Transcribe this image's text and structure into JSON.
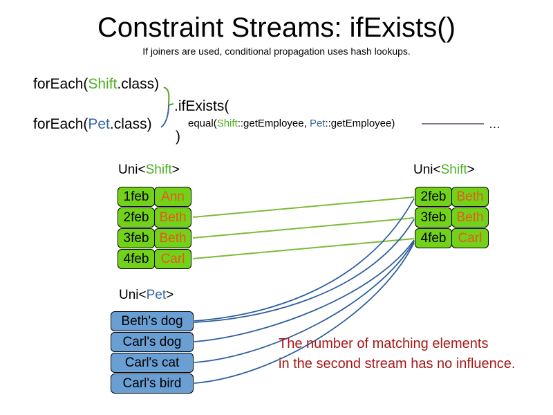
{
  "slide": {
    "title": "Constraint Streams: ifExists()",
    "subtitle": "If joiners are used, conditional propagation uses hash lookups."
  },
  "code": {
    "foreach_shift_prefix": "forEach(",
    "foreach_shift_type": "Shift",
    "foreach_shift_suffix": ".class)",
    "foreach_pet_prefix": "forEach(",
    "foreach_pet_type": "Pet",
    "foreach_pet_suffix": ".class)",
    "if_exists": ".ifExists(",
    "equal_prefix": "equal(",
    "equal_type_a": "Shift",
    "equal_mid": "::getEmployee, ",
    "equal_type_b": "Pet",
    "equal_suffix": "::getEmployee)",
    "close_paren": ")",
    "ellipsis": "…"
  },
  "streams": {
    "left_shift": {
      "label_prefix": "Uni<",
      "label_type": "Shift",
      "label_suffix": ">",
      "rows": [
        {
          "date": "1feb",
          "name": "Ann"
        },
        {
          "date": "2feb",
          "name": "Beth"
        },
        {
          "date": "3feb",
          "name": "Beth"
        },
        {
          "date": "4feb",
          "name": "Carl"
        }
      ]
    },
    "right_shift": {
      "label_prefix": "Uni<",
      "label_type": "Shift",
      "label_suffix": ">",
      "rows": [
        {
          "date": "2feb",
          "name": "Beth"
        },
        {
          "date": "3feb",
          "name": "Beth"
        },
        {
          "date": "4feb",
          "name": "Carl"
        }
      ]
    },
    "pet": {
      "label_prefix": "Uni<",
      "label_type": "Pet",
      "label_suffix": ">",
      "rows": [
        {
          "name": "Beth's dog"
        },
        {
          "name": "Carl's dog"
        },
        {
          "name": "Carl's cat"
        },
        {
          "name": "Carl's bird"
        }
      ]
    }
  },
  "annotation": {
    "line1": "The number of matching elements",
    "line2": "in the second stream has no influence."
  },
  "colors": {
    "shift_green": "#4daf22",
    "pet_blue": "#3465a4",
    "box_green_fill": "#72d21a",
    "box_blue_fill": "#6a9fd4",
    "name_orange": "#e8581c",
    "annotation_red": "#a81616",
    "connector_green": "#7dbb35",
    "connector_blue": "#2f5f9e",
    "rule_purple": "#7a5f86"
  }
}
